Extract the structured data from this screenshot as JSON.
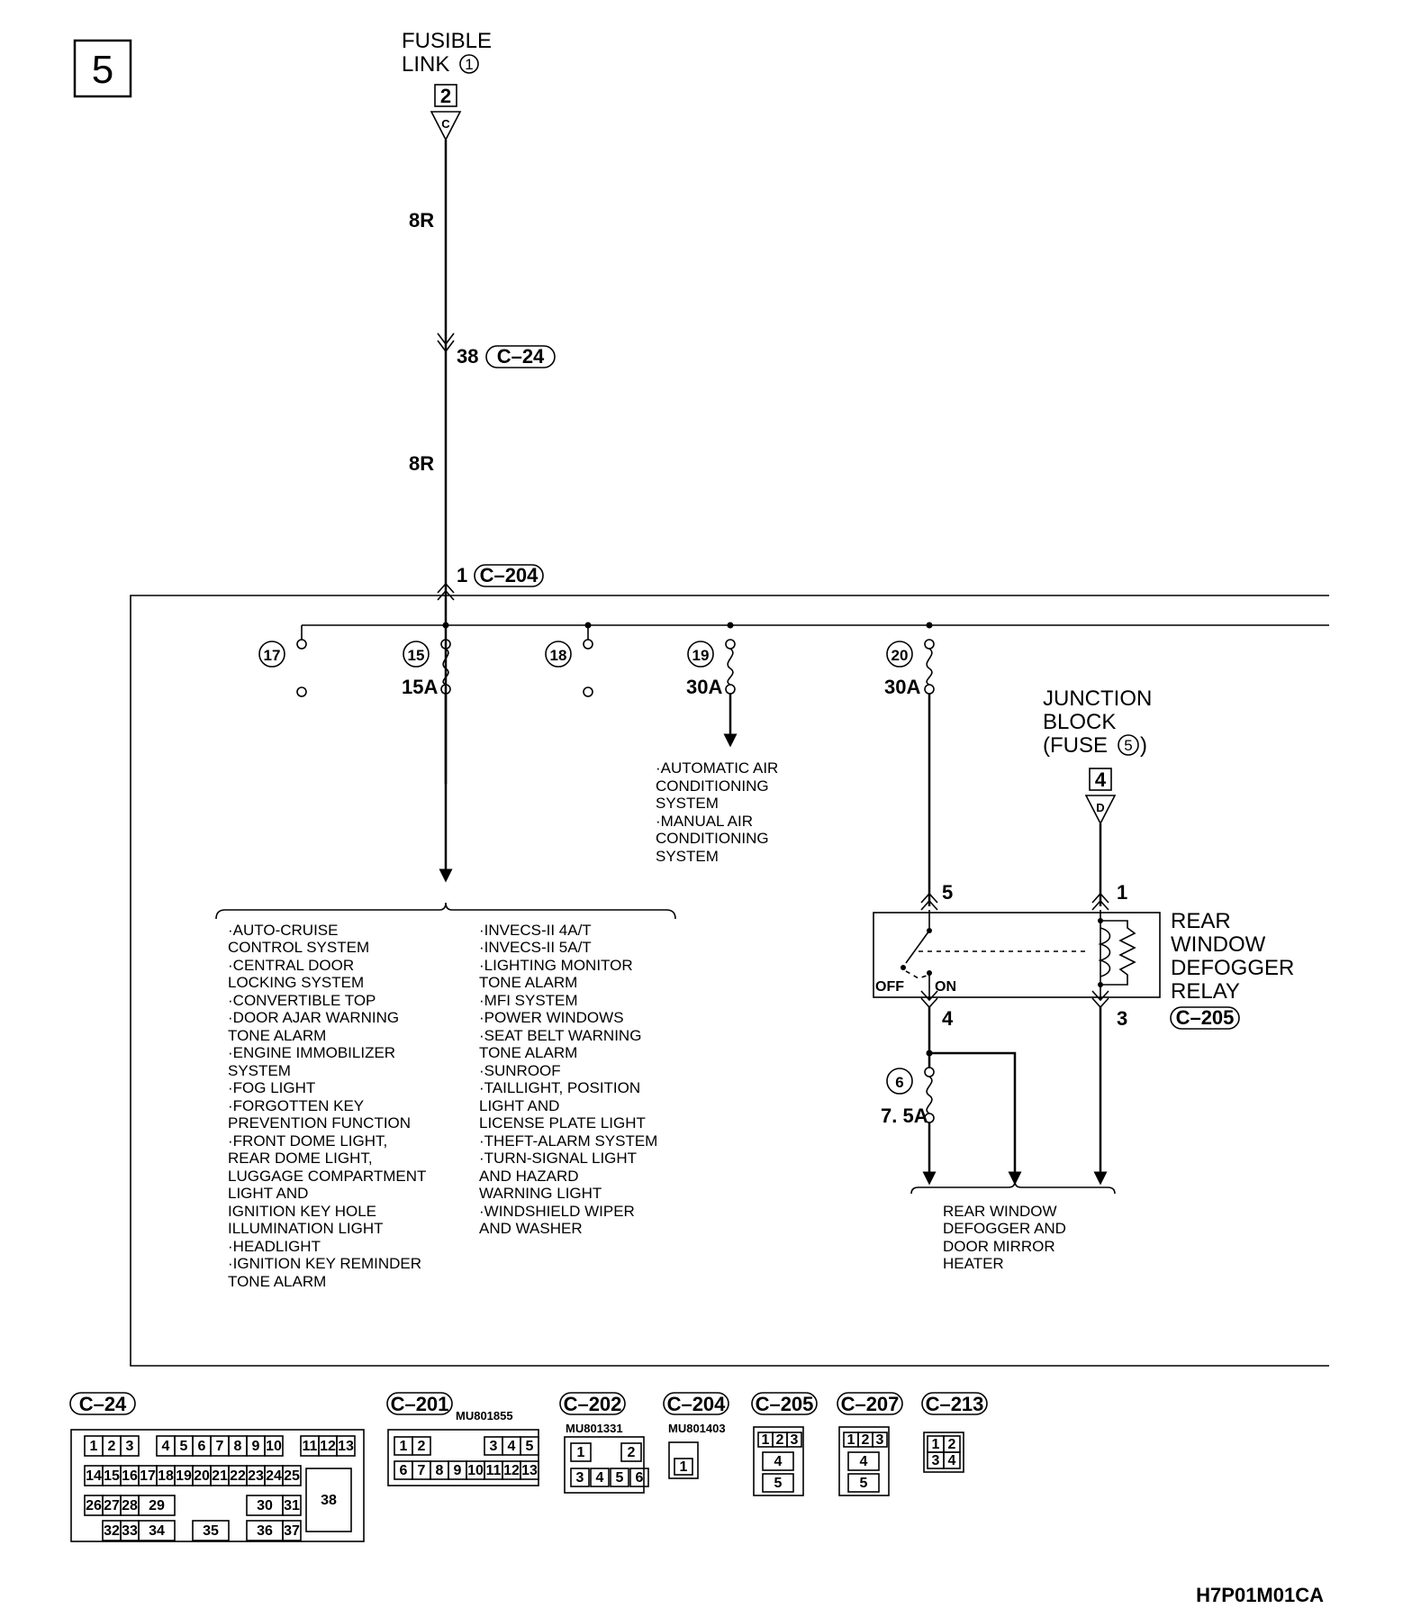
{
  "page_number": "5",
  "fusible_link": {
    "title": "FUSIBLE",
    "line2": "LINK",
    "num": "1",
    "box": "2",
    "tri": "C"
  },
  "wires": {
    "w1": "8R",
    "w2": "8R"
  },
  "c24_pin": {
    "pin": "38",
    "conn": "C–24"
  },
  "c204_pin": {
    "pin": "1",
    "conn": "C–204"
  },
  "fuses": {
    "f17": {
      "num": "17"
    },
    "f15": {
      "num": "15",
      "rating": "15A"
    },
    "f18": {
      "num": "18"
    },
    "f19": {
      "num": "19",
      "rating": "30A"
    },
    "f20": {
      "num": "20",
      "rating": "30A"
    },
    "f6": {
      "num": "6",
      "rating": "7. 5A"
    }
  },
  "aircon_list": [
    "·AUTOMATIC AIR",
    " CONDITIONING",
    " SYSTEM",
    "·MANUAL AIR",
    " CONDITIONING",
    " SYSTEM"
  ],
  "left_list": [
    "·AUTO-CRUISE",
    " CONTROL SYSTEM",
    "·CENTRAL DOOR",
    " LOCKING SYSTEM",
    "·CONVERTIBLE TOP",
    "·DOOR AJAR WARNING",
    " TONE ALARM",
    "·ENGINE IMMOBILIZER",
    " SYSTEM",
    "·FOG LIGHT",
    "·FORGOTTEN KEY",
    " PREVENTION FUNCTION",
    "·FRONT DOME LIGHT,",
    " REAR DOME LIGHT,",
    " LUGGAGE COMPARTMENT",
    " LIGHT AND",
    " IGNITION KEY HOLE",
    " ILLUMINATION LIGHT",
    "·HEADLIGHT",
    "·IGNITION KEY REMINDER",
    " TONE ALARM"
  ],
  "right_list": [
    "·INVECS-II 4A/T",
    "·INVECS-II 5A/T",
    "·LIGHTING MONITOR",
    " TONE ALARM",
    "·MFI SYSTEM",
    "·POWER WINDOWS",
    "·SEAT BELT WARNING",
    " TONE ALARM",
    "·SUNROOF",
    "·TAILLIGHT, POSITION",
    " LIGHT AND",
    " LICENSE PLATE LIGHT",
    "·THEFT-ALARM SYSTEM",
    "·TURN-SIGNAL LIGHT",
    " AND HAZARD",
    " WARNING LIGHT",
    "·WINDSHIELD WIPER",
    " AND WASHER"
  ],
  "junction_block": {
    "l1": "JUNCTION",
    "l2": "BLOCK",
    "l3": "(FUSE",
    "num": "5",
    "close": ")",
    "box": "4",
    "tri": "D"
  },
  "relay": {
    "l1": "REAR",
    "l2": "WINDOW",
    "l3": "DEFOGGER",
    "l4": "RELAY",
    "conn": "C–205",
    "pin5": "5",
    "pin1": "1",
    "pin4": "4",
    "pin3": "3",
    "off": "OFF",
    "on": "ON"
  },
  "heater_label": [
    "REAR WINDOW",
    "DEFOGGER AND",
    "DOOR MIRROR",
    "HEATER"
  ],
  "connectors": {
    "c24": {
      "name": "C–24"
    },
    "c201": {
      "name": "C–201",
      "part": "MU801855"
    },
    "c202": {
      "name": "C–202",
      "part": "MU801331"
    },
    "c204": {
      "name": "C–204",
      "part": "MU801403"
    },
    "c205": {
      "name": "C–205"
    },
    "c207": {
      "name": "C–207"
    },
    "c213": {
      "name": "C–213"
    }
  },
  "connector_pins": {
    "c24": [
      "1",
      "2",
      "3",
      "4",
      "5",
      "6",
      "7",
      "8",
      "9",
      "10",
      "11",
      "12",
      "13",
      "14",
      "15",
      "16",
      "17",
      "18",
      "19",
      "20",
      "21",
      "22",
      "23",
      "24",
      "25",
      "26",
      "27",
      "28",
      "29",
      "30",
      "31",
      "32",
      "33",
      "34",
      "35",
      "36",
      "37",
      "38"
    ],
    "c201": [
      "1",
      "2",
      "3",
      "4",
      "5",
      "6",
      "7",
      "8",
      "9",
      "10",
      "11",
      "12",
      "13"
    ],
    "c202": [
      "1",
      "2",
      "3",
      "4",
      "5",
      "6"
    ],
    "c204": [
      "1"
    ],
    "c205": [
      "1",
      "2",
      "3",
      "4",
      "5"
    ],
    "c207": [
      "1",
      "2",
      "3",
      "4",
      "5"
    ],
    "c213": [
      "1",
      "2",
      "3",
      "4"
    ]
  },
  "footer_code": "H7P01M01CA"
}
